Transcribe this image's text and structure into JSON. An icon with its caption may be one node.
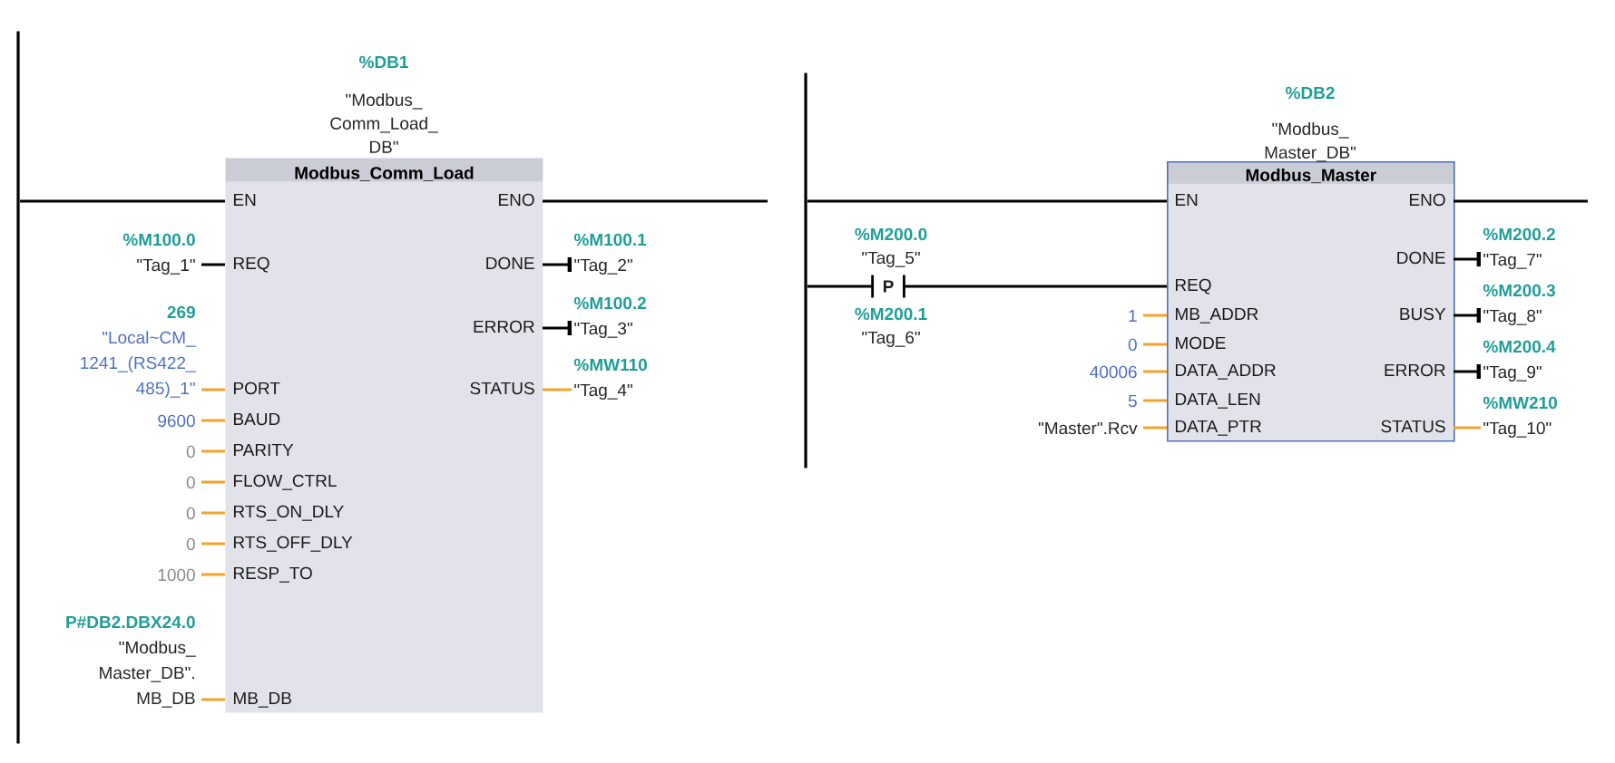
{
  "diagram": {
    "nodes": [
      {
        "text": [],
        "shape": "bar"
      },
      {
        "text": [
          "Modbus_Comm_Load"
        ],
        "beside": [
          "%DB1",
          "\"Modbus_ Comm_Load_ DB\""
        ]
      },
      {
        "text": [
          "EN"
        ],
        "in": 1
      },
      {
        "text": [
          "REQ"
        ],
        "in": 1
      },
      {
        "text": [
          "PORT"
        ],
        "in": 1
      },
      {
        "text": [
          "BAUD"
        ],
        "in": 1
      },
      {
        "text": [
          "PARITY"
        ],
        "in": 1
      },
      {
        "text": [
          "FLOW_CTRL"
        ],
        "in": 1
      },
      {
        "text": [
          "RTS_ON_DLY"
        ],
        "in": 1
      },
      {
        "text": [
          "RTS_OFF_DLY"
        ],
        "in": 1
      },
      {
        "text": [
          "RESP_TO"
        ],
        "in": 1
      },
      {
        "text": [
          "MB_DB"
        ],
        "in": 1
      },
      {
        "text": [
          "ENO"
        ],
        "in": 1
      },
      {
        "text": [
          "DONE"
        ],
        "in": 1
      },
      {
        "text": [
          "ERROR"
        ],
        "in": 1
      },
      {
        "text": [
          "STATUS"
        ],
        "in": 1
      },
      {
        "text": [
          "%M100.0",
          "\"Tag_1\""
        ]
      },
      {
        "text": [
          "269",
          "\"Local~CM_ 1241_(RS422_ 485)_1\""
        ]
      },
      {
        "text": [
          "9600"
        ]
      },
      {
        "text": [
          "0"
        ]
      },
      {
        "text": [
          "0"
        ]
      },
      {
        "text": [
          "0"
        ]
      },
      {
        "text": [
          "0"
        ]
      },
      {
        "text": [
          "1000"
        ]
      },
      {
        "text": [
          "P#DB2.DBX24.0",
          "\"Modbus_ Master_DB\". MB_DB"
        ]
      },
      {
        "text": [
          "%M100.1",
          "\"Tag_2\""
        ]
      },
      {
        "text": [
          "%M100.2",
          "\"Tag_3\""
        ]
      },
      {
        "text": [
          "%MW110",
          "\"Tag_4\""
        ]
      },
      {
        "text": [],
        "shape": "bar"
      },
      {
        "text": [
          "P"
        ],
        "beside": [
          "%M200.0",
          "\"Tag_5\"",
          "%M200.1",
          "\"Tag_6\""
        ]
      },
      {
        "text": [
          "Modbus_Master"
        ],
        "beside": [
          "%DB2",
          "\"Modbus_ Master_DB\""
        ]
      },
      {
        "text": [
          "EN"
        ],
        "in": 30
      },
      {
        "text": [
          "REQ"
        ],
        "in": 30
      },
      {
        "text": [
          "MB_ADDR"
        ],
        "in": 30
      },
      {
        "text": [
          "MODE"
        ],
        "in": 30
      },
      {
        "text": [
          "DATA_ADDR"
        ],
        "in": 30
      },
      {
        "text": [
          "DATA_LEN"
        ],
        "in": 30
      },
      {
        "text": [
          "DATA_PTR"
        ],
        "in": 30
      },
      {
        "text": [
          "ENO"
        ],
        "in": 30
      },
      {
        "text": [
          "DONE"
        ],
        "in": 30
      },
      {
        "text": [
          "BUSY"
        ],
        "in": 30
      },
      {
        "text": [
          "ERROR"
        ],
        "in": 30
      },
      {
        "text": [
          "STATUS"
        ],
        "in": 30
      },
      {
        "text": [
          "1"
        ]
      },
      {
        "text": [
          "0"
        ]
      },
      {
        "text": [
          "40006"
        ]
      },
      {
        "text": [
          "5"
        ]
      },
      {
        "text": [
          "\"Master\".Rcv"
        ]
      },
      {
        "text": [
          "%M200.2",
          "\"Tag_7\""
        ]
      },
      {
        "text": [
          "%M200.3",
          "\"Tag_8\""
        ]
      },
      {
        "text": [
          "%M200.4",
          "\"Tag_9\""
        ]
      },
      {
        "text": [
          "%MW210",
          "\"Tag_10\""
        ]
      }
    ],
    "edges": [
      {
        "from": 0,
        "to": 2,
        "arrow": "none",
        "color": "#000000"
      },
      {
        "from": 12,
        "to": null,
        "arrow": "none",
        "color": "#000000"
      },
      {
        "from": 16,
        "to": 3,
        "arrow": "none",
        "color": "#000000"
      },
      {
        "from": 17,
        "to": 4,
        "arrow": "none"
      },
      {
        "from": 18,
        "to": 5,
        "arrow": "none"
      },
      {
        "from": 19,
        "to": 6,
        "arrow": "none"
      },
      {
        "from": 20,
        "to": 7,
        "arrow": "none"
      },
      {
        "from": 21,
        "to": 8,
        "arrow": "none"
      },
      {
        "from": 22,
        "to": 9,
        "arrow": "none"
      },
      {
        "from": 23,
        "to": 10,
        "arrow": "none"
      },
      {
        "from": 24,
        "to": 11,
        "arrow": "none"
      },
      {
        "from": 13,
        "to": 25,
        "arrow": "other",
        "color": "#000000"
      },
      {
        "from": 14,
        "to": 26,
        "arrow": "other",
        "color": "#000000"
      },
      {
        "from": 15,
        "to": 27,
        "arrow": "none"
      },
      {
        "from": 28,
        "to": 31,
        "arrow": "none",
        "color": "#000000"
      },
      {
        "from": 38,
        "to": null,
        "arrow": "none",
        "color": "#000000"
      },
      {
        "from": 28,
        "to": 29,
        "arrow": "none",
        "color": "#000000"
      },
      {
        "from": 29,
        "to": 32,
        "arrow": "none",
        "color": "#000000"
      },
      {
        "from": 43,
        "to": 33,
        "arrow": "none"
      },
      {
        "from": 44,
        "to": 34,
        "arrow": "none"
      },
      {
        "from": 45,
        "to": 35,
        "arrow": "none"
      },
      {
        "from": 46,
        "to": 36,
        "arrow": "none"
      },
      {
        "from": 47,
        "to": 37,
        "arrow": "none"
      },
      {
        "from": 39,
        "to": 48,
        "arrow": "other",
        "color": "#000000"
      },
      {
        "from": 40,
        "to": 49,
        "arrow": "other",
        "color": "#000000"
      },
      {
        "from": 41,
        "to": 50,
        "arrow": "other",
        "color": "#000000"
      },
      {
        "from": 42,
        "to": 51,
        "arrow": "none"
      }
    ]
  }
}
